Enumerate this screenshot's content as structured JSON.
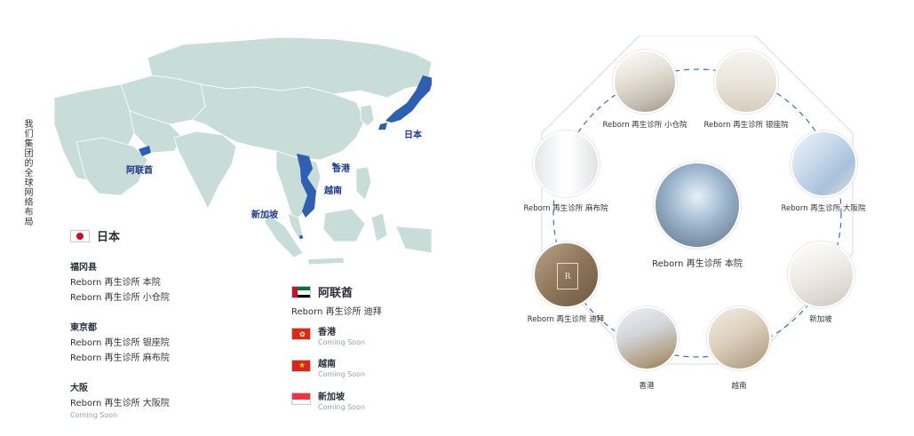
{
  "vertical_title": "我们集团的全球网络布局",
  "map_labels": {
    "uae": "阿联酋",
    "japan": "日本",
    "hongkong": "香港",
    "vietnam": "越南",
    "singapore": "新加坡"
  },
  "colors": {
    "land": "#c8ddd8",
    "highlight": "#2f5fb0",
    "dash": "#3a6fc4"
  },
  "japan": {
    "name": "日本",
    "regions": [
      {
        "name": "福冈县",
        "items": [
          "Reborn 再生诊所 本院",
          "Reborn 再生诊所 小仓院"
        ]
      },
      {
        "name": "東京都",
        "items": [
          "Reborn 再生诊所 银座院",
          "Reborn 再生诊所 麻布院"
        ]
      },
      {
        "name": "大阪",
        "items": [
          "Reborn 再生诊所 大阪院"
        ],
        "soon": "Coming Soon"
      }
    ]
  },
  "uae": {
    "name": "阿联酋",
    "item": "Reborn 再生诊所 迪拜"
  },
  "others": [
    {
      "name": "香港",
      "soon": "Coming Soon"
    },
    {
      "name": "越南",
      "soon": "Coming Soon"
    },
    {
      "name": "新加坡",
      "soon": "Coming Soon"
    }
  ],
  "network": {
    "center": "Reborn 再生诊所 本院",
    "nodes": [
      "Reborn 再生诊所 小仓院",
      "Reborn 再生诊所 银座院",
      "Reborn 再生诊所 大阪院",
      "新加坡",
      "越南",
      "香港",
      "Reborn 再生诊所 迪拜",
      "Reborn 再生诊所 麻布院"
    ]
  }
}
